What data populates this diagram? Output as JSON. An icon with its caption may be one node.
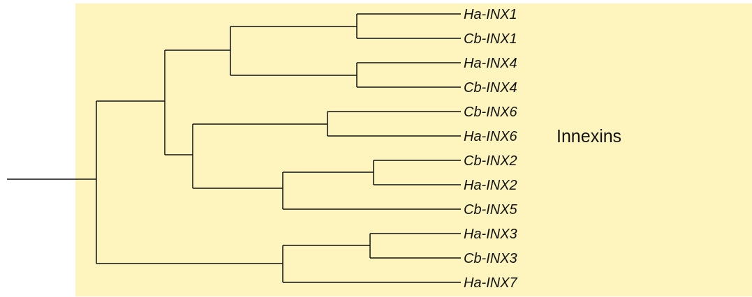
{
  "diagram": {
    "nodes": [
      {
        "text": [
          "Innexins"
        ]
      },
      {
        "text": [
          "Ha-INX1"
        ],
        "in": 0
      },
      {
        "text": [
          "Cb-INX1"
        ],
        "in": 0
      },
      {
        "text": [
          "Ha-INX4"
        ],
        "in": 0
      },
      {
        "text": [
          "Cb-INX4"
        ],
        "in": 0
      },
      {
        "text": [
          "Cb-INX6"
        ],
        "in": 0
      },
      {
        "text": [
          "Ha-INX6"
        ],
        "in": 0
      },
      {
        "text": [
          "Cb-INX2"
        ],
        "in": 0
      },
      {
        "text": [
          "Ha-INX2"
        ],
        "in": 0
      },
      {
        "text": [
          "Cb-INX5"
        ],
        "in": 0
      },
      {
        "text": [
          "Ha-INX3"
        ],
        "in": 0
      },
      {
        "text": [
          "Cb-INX3"
        ],
        "in": 0
      },
      {
        "text": [
          "Ha-INX7"
        ],
        "in": 0
      }
    ]
  }
}
